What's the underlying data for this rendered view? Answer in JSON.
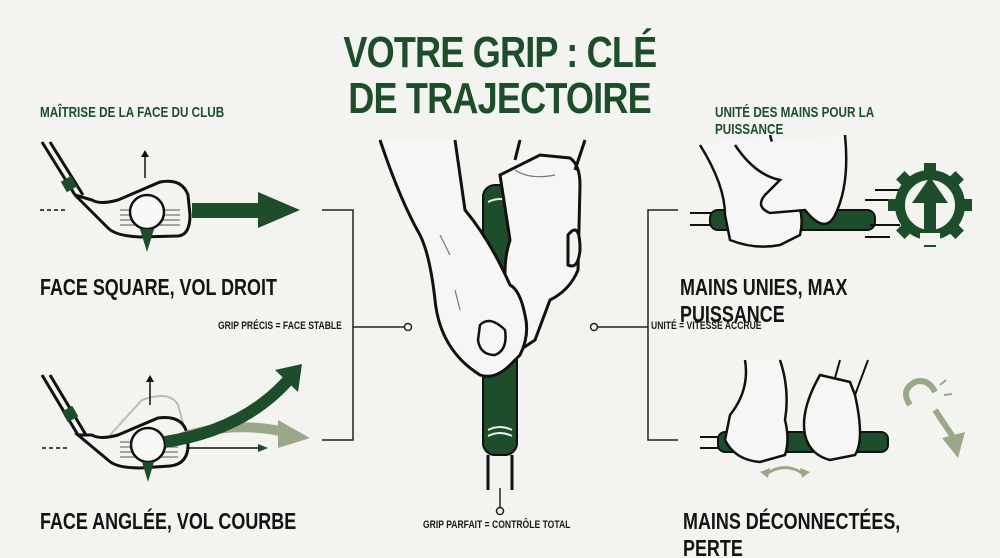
{
  "title": {
    "line1": "VOTRE GRIP : CLÉ",
    "line2": "DE TRAJECTOIRE"
  },
  "left_panel": {
    "heading": "MAÎTRISE DE LA FACE DU CLUB",
    "connector_note": "GRIP PRÉCIS = FACE STABLE",
    "top_caption": "FACE SQUARE, VOL DROIT",
    "bottom_caption": "FACE ANGLÉE, VOL COURBE"
  },
  "right_panel": {
    "heading": "UNITÉ DES MAINS POUR LA PUISSANCE",
    "connector_note": "UNITÉ = VITESSE ACCRUE",
    "top_caption": "MAINS UNIES, MAX PUISSANCE",
    "bottom_caption": "MAINS DÉCONNECTÉES, PERTE"
  },
  "center": {
    "caption": "GRIP PARFAIT = CONTRÔLE TOTAL"
  },
  "colors": {
    "background": "#f3f4f0",
    "accent_green": "#1e4d2b",
    "sage": "#9aa88a",
    "ink": "#141414"
  },
  "icons": [
    "club-iron-icon",
    "golf-ball-icon",
    "straight-arrow-icon",
    "curved-arrow-icon",
    "gear-arrow-icon",
    "broken-link-icon",
    "hands-grip-icon",
    "swap-arrows-icon"
  ]
}
